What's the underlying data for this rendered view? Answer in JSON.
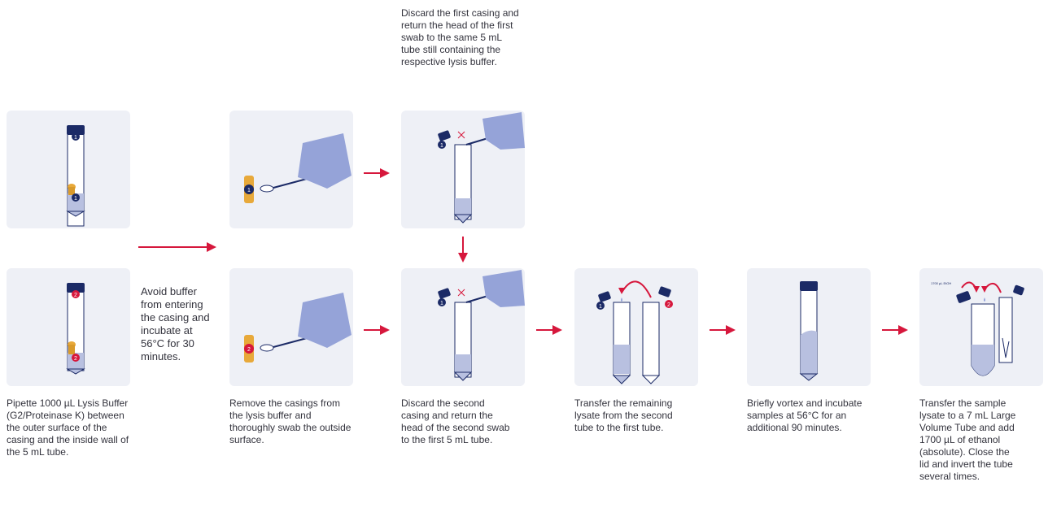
{
  "captions": {
    "step1": "Pipette 1000 µL Lysis Buffer (G2/Proteinase K) between the outer surface of the casing and the inside wall of the 5 mL tube.",
    "step2_note": "Avoid buffer from entering the casing and incubate at 56°C for 30 minutes.",
    "step3": "Remove the casings from the lysis buffer and thoroughly swab the outside surface.",
    "step4_top": "Discard the first casing and return the head of the first swab to the same 5 mL tube still containing the respective lysis buffer.",
    "step4": "Discard the second casing and return the head of the second swab to the first 5 mL tube.",
    "step5": "Transfer the remaining lysate from the second tube to the first tube.",
    "step6": "Briefly vortex and incubate samples at 56°C for an additional 90 minutes.",
    "step7": "Transfer the sample lysate to a 7 mL Large Volume Tube and add 1700 µL of ethanol (absolute). Close the lid and  invert the tube several times."
  },
  "badges": {
    "one": "1",
    "two": "2"
  },
  "ethanol_label": "1700 µL EtOH",
  "colors": {
    "accent": "#d6173c",
    "navy": "#1b2a66",
    "glove": "#95a3d8",
    "panel": "#eef0f6",
    "liquid": "#b8c0e0",
    "casing": "#e8a93a"
  }
}
